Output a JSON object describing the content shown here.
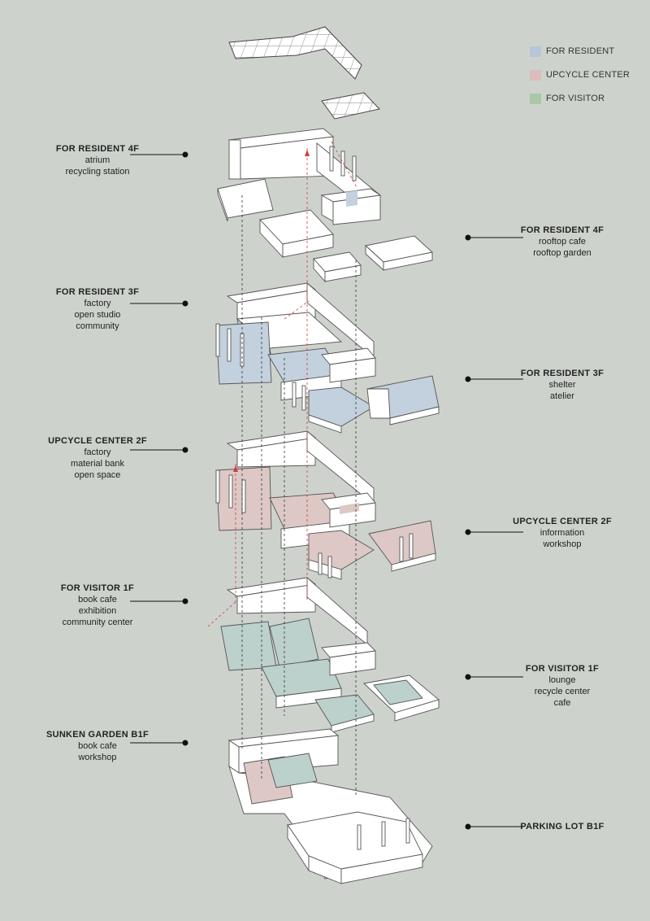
{
  "legend": [
    {
      "label": "FOR RESIDENT",
      "color": "#b7c6d8"
    },
    {
      "label": "UPCYCLE CENTER",
      "color": "#dcbcbc"
    },
    {
      "label": "FOR VISITOR",
      "color": "#a8c8a8"
    }
  ],
  "labels": [
    {
      "id": "resident-4f-left",
      "title": "FOR RESIDENT 4F",
      "lines": [
        "atrium",
        "recycling station"
      ]
    },
    {
      "id": "resident-4f-right",
      "title": "FOR RESIDENT 4F",
      "lines": [
        "rooftop cafe",
        "rooftop garden"
      ]
    },
    {
      "id": "resident-3f-left",
      "title": "FOR RESIDENT 3F",
      "lines": [
        "factory",
        "open studio",
        "community"
      ]
    },
    {
      "id": "resident-3f-right",
      "title": "FOR RESIDENT 3F",
      "lines": [
        "shelter",
        "atelier"
      ]
    },
    {
      "id": "upcycle-2f-left",
      "title": "UPCYCLE CENTER 2F",
      "lines": [
        "factory",
        "material bank",
        "open space"
      ]
    },
    {
      "id": "upcycle-2f-right",
      "title": "UPCYCLE CENTER 2F",
      "lines": [
        "information",
        "workshop"
      ]
    },
    {
      "id": "visitor-1f-left",
      "title": "FOR VISITOR 1F",
      "lines": [
        "book cafe",
        "exhibition",
        "community center"
      ]
    },
    {
      "id": "visitor-1f-right",
      "title": "FOR VISITOR 1F",
      "lines": [
        "lounge",
        "recycle center",
        "cafe"
      ]
    },
    {
      "id": "sunken-b1f-left",
      "title": "SUNKEN GARDEN B1F",
      "lines": [
        "book cafe",
        "workshop"
      ]
    },
    {
      "id": "parking-b1f-right",
      "title": "PARKING LOT B1F",
      "lines": []
    }
  ],
  "colors": {
    "background": "#cdd3cc",
    "wall": "#ffffff",
    "edge": "#555555",
    "resident_fill": "#c3d0dd",
    "upcycle_fill": "#ddc8c6",
    "visitor_fill": "#bcd0cc",
    "circulation_red": "#d23a3a"
  }
}
